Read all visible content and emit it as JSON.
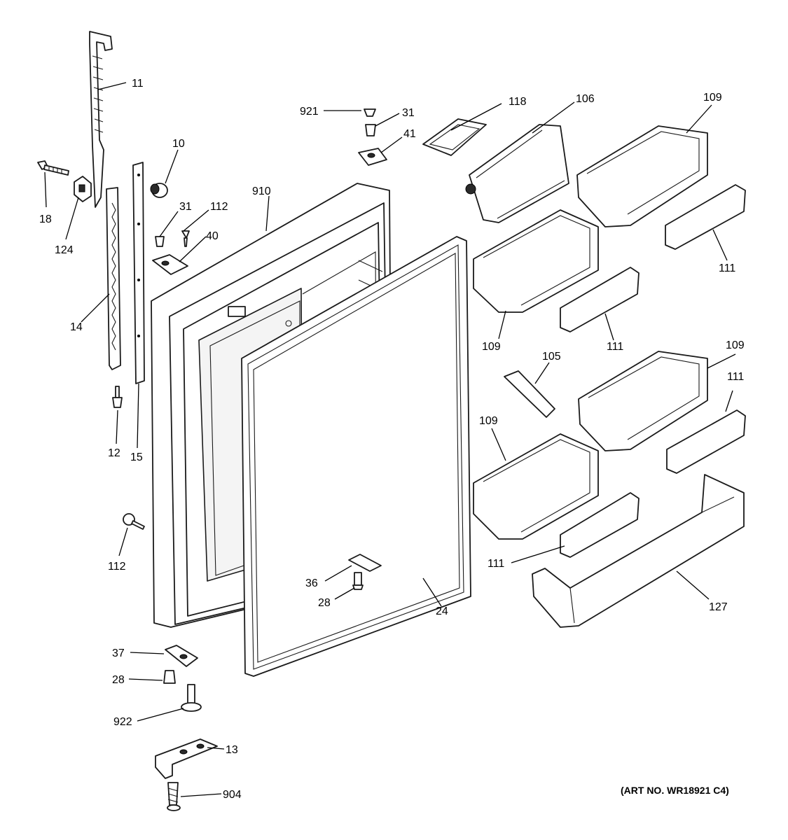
{
  "callouts": {
    "c10": "10",
    "c11": "11",
    "c12": "12",
    "c13": "13",
    "c14": "14",
    "c15": "15",
    "c18": "18",
    "c24": "24",
    "c28a": "28",
    "c28b": "28",
    "c31a": "31",
    "c31b": "31",
    "c36": "36",
    "c37": "37",
    "c40": "40",
    "c41": "41",
    "c105": "105",
    "c106": "106",
    "c109a": "109",
    "c109b": "109",
    "c109c": "109",
    "c109d": "109",
    "c111a": "111",
    "c111b": "111",
    "c111c": "111",
    "c111d": "111",
    "c112a": "112",
    "c112b": "112",
    "c118": "118",
    "c124": "124",
    "c127": "127",
    "c904": "904",
    "c910": "910",
    "c921": "921",
    "c922": "922"
  },
  "art_number": "(ART NO. WR18921 C4)"
}
